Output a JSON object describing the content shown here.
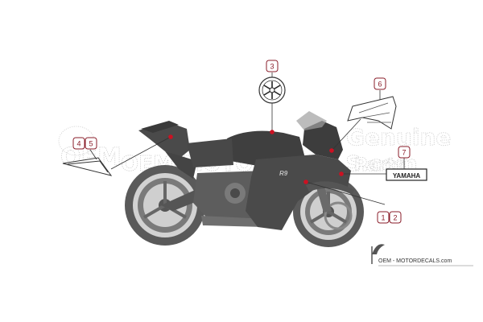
{
  "watermark": {
    "left_line1": "OEM",
    "left_line2": "OEM-MOTORDECALS.com",
    "right_line1": "Genuine",
    "right_line2": "Parts"
  },
  "callouts": [
    {
      "label": "3"
    },
    {
      "label": "6"
    },
    {
      "label": "4"
    },
    {
      "label": "5"
    },
    {
      "label": "7"
    },
    {
      "label": "1"
    },
    {
      "label": "2"
    }
  ],
  "decals": {
    "side_logo": "R9",
    "nameplate": "YAMAHA"
  },
  "brand": {
    "text": "OEM - MOTORDECALS.com"
  },
  "colors": {
    "callout": "#8a1d2a",
    "marker": "#cc1122",
    "body": "#4a4a4a"
  }
}
